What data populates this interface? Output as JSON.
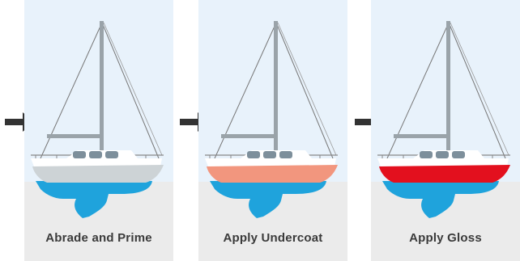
{
  "steps": [
    {
      "label": "Abrade and Prime",
      "hull_color": "#cdd3d6"
    },
    {
      "label": "Apply Undercoat",
      "hull_color": "#f2967e"
    },
    {
      "label": "Apply Gloss",
      "hull_color": "#e3101e"
    }
  ],
  "colors": {
    "sky": "#e8f2fb",
    "ground": "#ebebeb",
    "keel": "#1fa3dc",
    "deck": "#ffffff",
    "arrow": "#333333",
    "caption": "#3a3a3a"
  }
}
